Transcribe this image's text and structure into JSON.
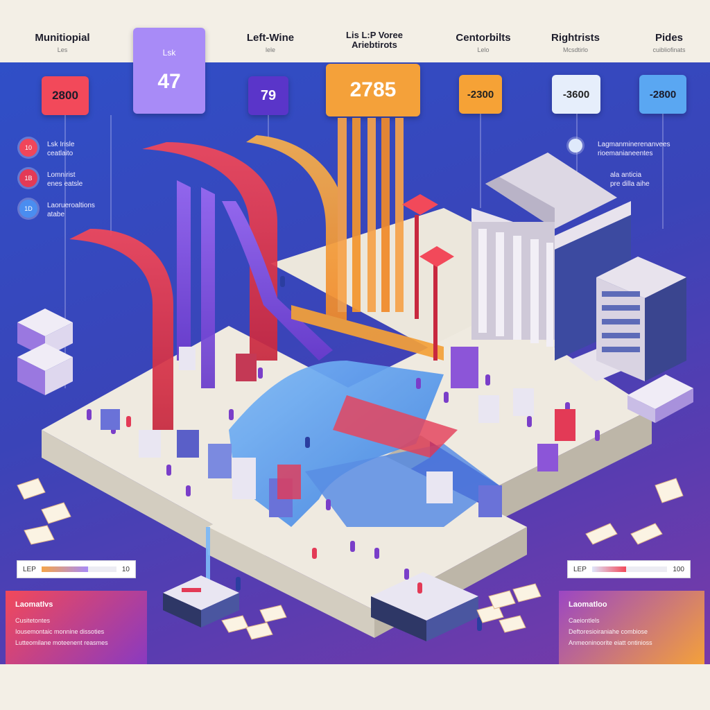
{
  "headers": [
    {
      "id": "municipal",
      "title": "Munitiopial",
      "sub": "Les"
    },
    {
      "id": "left-wing",
      "title": "Left-Wine",
      "sub": "lele"
    },
    {
      "id": "lip-voters",
      "title": "Lis L:P Voree Ariebtirots",
      "sub": ""
    },
    {
      "id": "centerbilts",
      "title": "Centorbilts",
      "sub": "Lelo"
    },
    {
      "id": "rightrists",
      "title": "Rightrists",
      "sub": "Mcsdtirlo"
    },
    {
      "id": "pides",
      "title": "Pides",
      "sub": "cuibliofinats"
    }
  ],
  "cards": [
    {
      "id": "municipal",
      "value": "2800",
      "bg": "#f2495a",
      "fg": "#1b1b2a"
    },
    {
      "id": "lsk",
      "label": "Lsk",
      "value": "47",
      "bg": "#a88bf7",
      "fg": "#ffffff"
    },
    {
      "id": "left-wing",
      "value": "79",
      "bg": "#5a35c9",
      "fg": "#ffffff"
    },
    {
      "id": "lip-voters",
      "value": "2785",
      "bg": "#f4a13a",
      "fg": "#ffffff"
    },
    {
      "id": "centerbilts",
      "value": "-2300",
      "bg": "#f6a236",
      "fg": "#222222"
    },
    {
      "id": "rightrists",
      "value": "-3600",
      "bg": "#e6eefb",
      "fg": "#222222"
    },
    {
      "id": "pides",
      "value": "-2800",
      "bg": "#5aa7f2",
      "fg": "#1b1b2a"
    }
  ],
  "legend": [
    {
      "id": "lsk-irisle",
      "badge": "10",
      "color": "#f0465a",
      "line1": "Lsk Irisle",
      "line2": "ceatlaito"
    },
    {
      "id": "lomnirist",
      "badge": "1B",
      "color": "#e33a56",
      "line1": "Lomnirist",
      "line2": "enes eatsle"
    },
    {
      "id": "laorueroaltions",
      "badge": "1D",
      "color": "#4a8df0",
      "line1": "Laorueroaltions",
      "line2": "atabe"
    }
  ],
  "right_notes": [
    {
      "id": "note-1",
      "line1": "Lagmanminerenanvees",
      "line2": "rioemanianeentes"
    },
    {
      "id": "note-2",
      "line1": "ala anticia",
      "line2": "pre dilla aihe"
    }
  ],
  "bars": [
    {
      "id": "bar-left",
      "label": "LEP",
      "value_text": "10",
      "fill": 0.62,
      "colors": [
        "#f5a54a",
        "#a88bf7"
      ]
    },
    {
      "id": "bar-right",
      "label": "LEP",
      "value_text": "100",
      "fill": 0.45,
      "colors": [
        "#dfe6fb",
        "#f2495a"
      ]
    }
  ],
  "panels": [
    {
      "id": "panel-left",
      "title": "Laomatlvs",
      "lines": [
        "Cusitetontes",
        "Iousemontaic monnine dissoties",
        "Lutteomilane moteenent reasmes"
      ],
      "colors": [
        "#f2495a",
        "#8a3ac0"
      ]
    },
    {
      "id": "panel-right",
      "title": "Laomatloo",
      "lines": [
        "Caeiontlels",
        "Deftoresioiraniahe combiose",
        "Anmeoninoorite eiatt ontinioss"
      ],
      "colors": [
        "#9b46c4",
        "#f4a13a"
      ]
    }
  ],
  "colors": {
    "red": "#f2495a",
    "purple": "#7b45d9",
    "orange": "#f4a13a",
    "blue": "#5aa7f2",
    "platform": "#ece7dc"
  }
}
